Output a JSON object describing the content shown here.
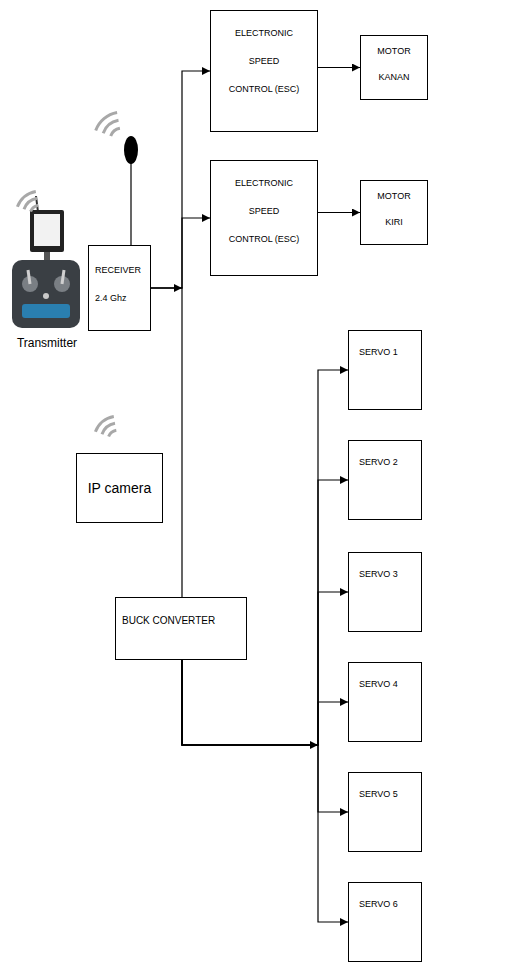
{
  "diagram": {
    "nodes": [
      {
        "text": [
          "RECEIVER 2.4 Ghz"
        ]
      },
      {
        "text": [
          "ELECTRONIC SPEED CONTROL (ESC)"
        ]
      },
      {
        "text": [
          "MOTOR KANAN"
        ]
      },
      {
        "text": [
          "ELECTRONIC SPEED CONTROL (ESC)"
        ]
      },
      {
        "text": [
          "MOTOR KIRI"
        ]
      },
      {
        "text": [
          "IP camera"
        ]
      },
      {
        "text": [
          "BUCK CONVERTER"
        ]
      },
      {
        "text": [
          "SERVO 1"
        ]
      },
      {
        "text": [
          "SERVO 2"
        ]
      },
      {
        "text": [
          "SERVO 3"
        ]
      },
      {
        "text": [
          "SERVO 4"
        ]
      },
      {
        "text": [
          "SERVO 5"
        ]
      },
      {
        "text": [
          "SERVO 6"
        ]
      }
    ],
    "edges": [
      {
        "from": 0,
        "to": 1,
        "arrow": "to"
      },
      {
        "from": 0,
        "to": 3,
        "arrow": "to"
      },
      {
        "from": 0,
        "to": 6,
        "arrow": "none"
      },
      {
        "from": 1,
        "to": 2,
        "arrow": "to"
      },
      {
        "from": 3,
        "to": 4,
        "arrow": "to"
      },
      {
        "from": 6,
        "to": 7,
        "arrow": "to"
      },
      {
        "from": 6,
        "to": 8,
        "arrow": "to"
      },
      {
        "from": 6,
        "to": 9,
        "arrow": "to"
      },
      {
        "from": 6,
        "to": 10,
        "arrow": "to"
      },
      {
        "from": 6,
        "to": 11,
        "arrow": "to"
      },
      {
        "from": 6,
        "to": 12,
        "arrow": "to"
      }
    ],
    "labels": [
      "Transmitter"
    ]
  }
}
